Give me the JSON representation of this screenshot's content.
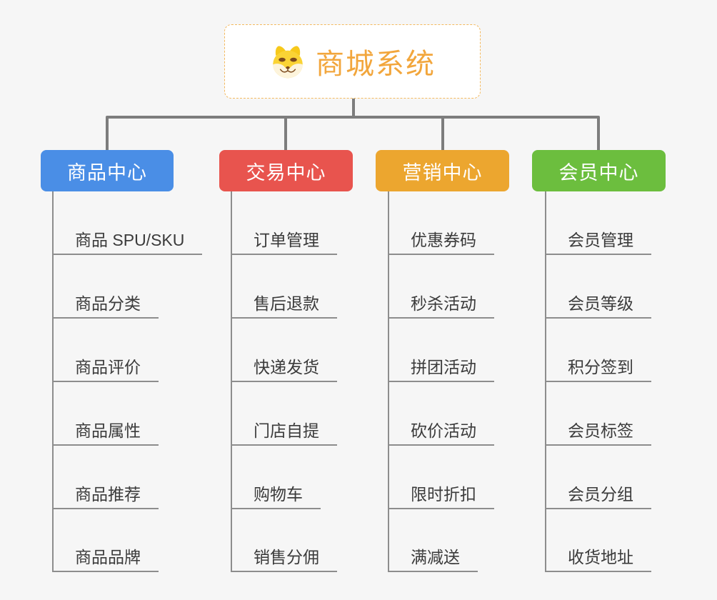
{
  "root": {
    "title": "商城系统",
    "icon": "shiba-dog-icon"
  },
  "theme": {
    "background": "#F6F6F6",
    "connector_color": "#7D7D7D",
    "leaf_line_color": "#8D8D8D",
    "root_border_color": "#F3B95F",
    "root_text_color": "#F2A63C"
  },
  "branches": [
    {
      "label": "商品中心",
      "color": "#4A8EE6",
      "items": [
        "商品 SPU/SKU",
        "商品分类",
        "商品评价",
        "商品属性",
        "商品推荐",
        "商品品牌"
      ]
    },
    {
      "label": "交易中心",
      "color": "#E8544E",
      "items": [
        "订单管理",
        "售后退款",
        "快递发货",
        "门店自提",
        "购物车",
        "销售分佣"
      ]
    },
    {
      "label": "营销中心",
      "color": "#ECA62F",
      "items": [
        "优惠券码",
        "秒杀活动",
        "拼团活动",
        "砍价活动",
        "限时折扣",
        "满减送"
      ]
    },
    {
      "label": "会员中心",
      "color": "#6CBE3E",
      "items": [
        "会员管理",
        "会员等级",
        "积分签到",
        "会员标签",
        "会员分组",
        "收货地址"
      ]
    }
  ]
}
